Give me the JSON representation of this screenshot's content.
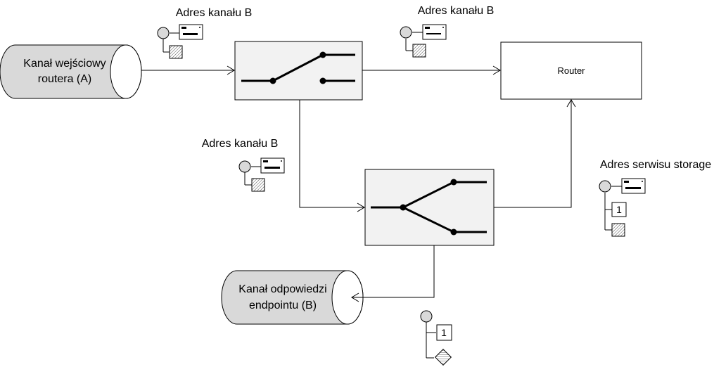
{
  "diagram": {
    "input_channel": {
      "line1": "Kanał wejściowy",
      "line2": "routera (A)"
    },
    "reply_channel": {
      "line1": "Kanał odpowiedzi",
      "line2": "endpointu (B)"
    },
    "router": {
      "label": "Router"
    },
    "labels": {
      "addr_b_1": "Adres kanału B",
      "addr_b_2": "Adres kanału B",
      "addr_b_3": "Adres kanału B",
      "storage": "Adres serwisu storage"
    },
    "message_numbers": {
      "storage_msg": "1",
      "bottom_msg": "1"
    }
  },
  "colors": {
    "cylinder_fill": "#d9d9d9",
    "switch_fill": "#f2f2f2",
    "stroke": "#000000",
    "message_circle": "#d9d9d9"
  },
  "icons": [
    "envelope-icon",
    "hatched-square-icon",
    "hatched-diamond-icon",
    "circle-node-icon"
  ]
}
